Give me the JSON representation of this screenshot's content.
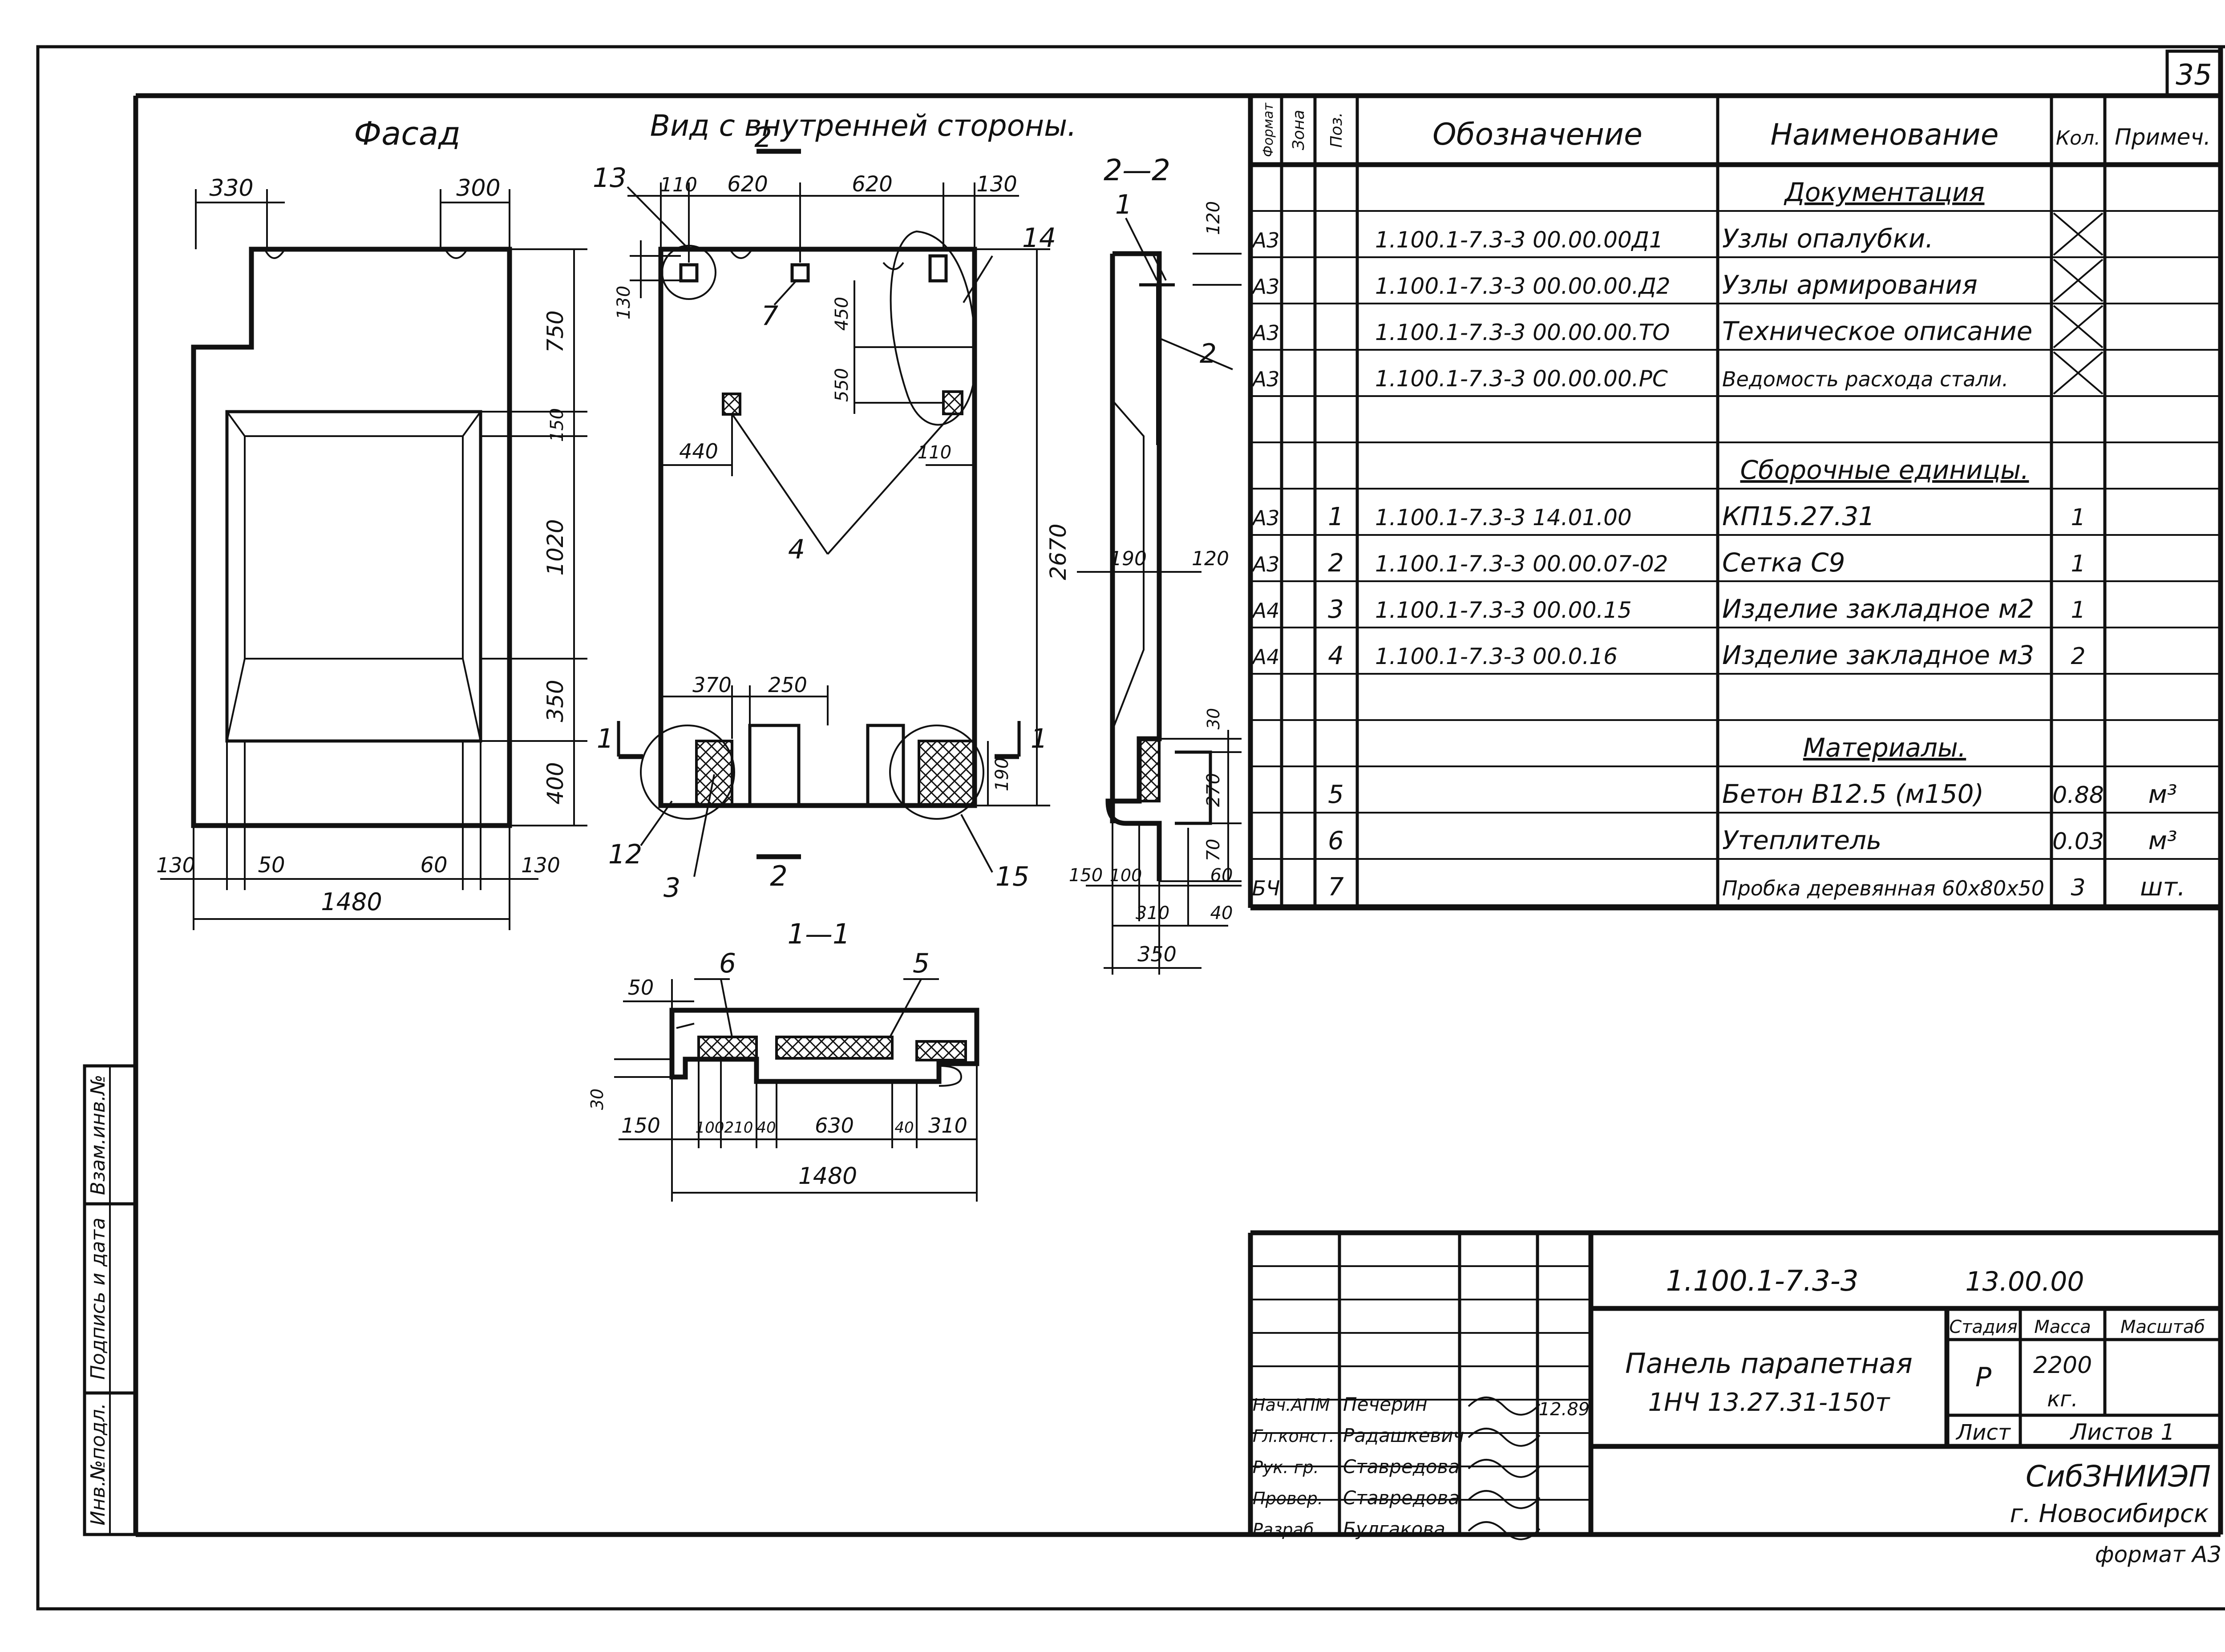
{
  "page_number": "35",
  "views": {
    "facade_title": "Фасад",
    "inside_title": "Вид с внутренней стороны.",
    "section_22_title": "2—2",
    "section_11_title": "1—1",
    "cut_mark_2": "2",
    "cut_mark_1": "1"
  },
  "facade_dims": {
    "top_left": "330",
    "top_right": "300",
    "right": [
      "750",
      "150",
      "1020",
      "350",
      "400"
    ],
    "bottom_parts": [
      "130",
      "50",
      "60",
      "130"
    ],
    "overall": "1480"
  },
  "inside_dims": {
    "top": [
      "110",
      "620",
      "620",
      "130"
    ],
    "left_130": "130",
    "d450": "450",
    "d550": "550",
    "d440": "440",
    "d110": "110",
    "d370": "370",
    "d250": "250",
    "d190": "190",
    "h2670": "2670"
  },
  "section22_dims": {
    "top120": "120",
    "d190": "190",
    "d120": "120",
    "d30": "30",
    "d270": "270",
    "d70": "70",
    "d60": "60",
    "d150": "150",
    "d100": "100",
    "d310": "310",
    "d40": "40",
    "d350": "350"
  },
  "section11_dims": {
    "d50": "50",
    "d30": "30",
    "bottom": [
      "150",
      "100",
      "210",
      "40",
      "630",
      "40",
      "310"
    ],
    "overall": "1480"
  },
  "callouts": {
    "c1": "1",
    "c2": "2",
    "c3": "3",
    "c4": "4",
    "c5": "5",
    "c6": "6",
    "c7": "7",
    "c12": "12",
    "c13": "13",
    "c14": "14",
    "c15": "15"
  },
  "spec": {
    "headers": {
      "format": "Формат",
      "zone": "Зона",
      "pos": "Поз.",
      "designation": "Обозначение",
      "name": "Наименование",
      "qty": "Кол.",
      "note": "Примеч."
    },
    "rows": [
      {
        "format": "",
        "pos": "",
        "designation": "",
        "name": "Документация",
        "qty": "",
        "note": "",
        "section": true
      },
      {
        "format": "А3",
        "pos": "",
        "designation": "1.100.1-7.3-3   00.00.00Д1",
        "name": "Узлы опалубки.",
        "qty": "",
        "note": "",
        "crossed": true
      },
      {
        "format": "А3",
        "pos": "",
        "designation": "1.100.1-7.3-3   00.00.00.Д2",
        "name": "Узлы армирования",
        "qty": "",
        "note": "",
        "crossed": true
      },
      {
        "format": "А3",
        "pos": "",
        "designation": "1.100.1-7.3-3   00.00.00.ТО",
        "name": "Техническое описание",
        "qty": "",
        "note": "",
        "crossed": true
      },
      {
        "format": "А3",
        "pos": "",
        "designation": "1.100.1-7.3-3   00.00.00.РС",
        "name": "Ведомость расхода стали.",
        "qty": "",
        "note": "",
        "crossed": true
      },
      {
        "format": "",
        "pos": "",
        "designation": "",
        "name": "",
        "qty": "",
        "note": ""
      },
      {
        "format": "",
        "pos": "",
        "designation": "",
        "name": "Сборочные единицы.",
        "qty": "",
        "note": "",
        "section": true
      },
      {
        "format": "А3",
        "pos": "1",
        "designation": "1.100.1-7.3-3   14.01.00",
        "name": "КП15.27.31",
        "qty": "1",
        "note": ""
      },
      {
        "format": "А3",
        "pos": "2",
        "designation": "1.100.1-7.3-3   00.00.07-02",
        "name": "Сетка С9",
        "qty": "1",
        "note": ""
      },
      {
        "format": "А4",
        "pos": "3",
        "designation": "1.100.1-7.3-3   00.00.15",
        "name": "Изделие закладное м2",
        "qty": "1",
        "note": ""
      },
      {
        "format": "А4",
        "pos": "4",
        "designation": "1.100.1-7.3-3   00.0.16",
        "name": "Изделие закладное м3",
        "qty": "2",
        "note": ""
      },
      {
        "format": "",
        "pos": "",
        "designation": "",
        "name": "",
        "qty": "",
        "note": ""
      },
      {
        "format": "",
        "pos": "",
        "designation": "",
        "name": "Материалы.",
        "qty": "",
        "note": "",
        "section": true
      },
      {
        "format": "",
        "pos": "5",
        "designation": "",
        "name": "Бетон В12.5 (м150)",
        "qty": "0.88",
        "note": "м³"
      },
      {
        "format": "",
        "pos": "6",
        "designation": "",
        "name": "Утеплитель",
        "qty": "0.03",
        "note": "м³"
      },
      {
        "format": "БЧ",
        "pos": "7",
        "designation": "",
        "name": "Пробка деревянная 60х80х50",
        "qty": "3",
        "note": "шт."
      }
    ]
  },
  "side_stamp": [
    "Инв.№подл.",
    "Подпись и дата",
    "Взам.инв.№"
  ],
  "title_block": {
    "doc_code": "1.100.1-7.3-3",
    "doc_number": "13.00.00",
    "title_line1": "Панель парапетная",
    "title_line2": "1НЧ 13.27.31-150т",
    "stage_label": "Стадия",
    "mass_label": "Масса",
    "scale_label": "Масштаб",
    "stage": "Р",
    "mass": "2200",
    "mass_unit": "кг.",
    "sheet_label": "Лист",
    "sheets_label": "Листов 1",
    "org_line1": "СибЗНИИЭП",
    "org_line2": "г. Новосибирск",
    "date": "12.89",
    "signatures": [
      {
        "role": "Нач.АПМ",
        "name": "Печерин"
      },
      {
        "role": "Гл.конст.",
        "name": "Радашкевич"
      },
      {
        "role": "Рук. гр.",
        "name": "Ставредова"
      },
      {
        "role": "Провер.",
        "name": "Ставредова"
      },
      {
        "role": "Разраб.",
        "name": "Булгакова"
      }
    ],
    "format_note": "формат А3"
  }
}
